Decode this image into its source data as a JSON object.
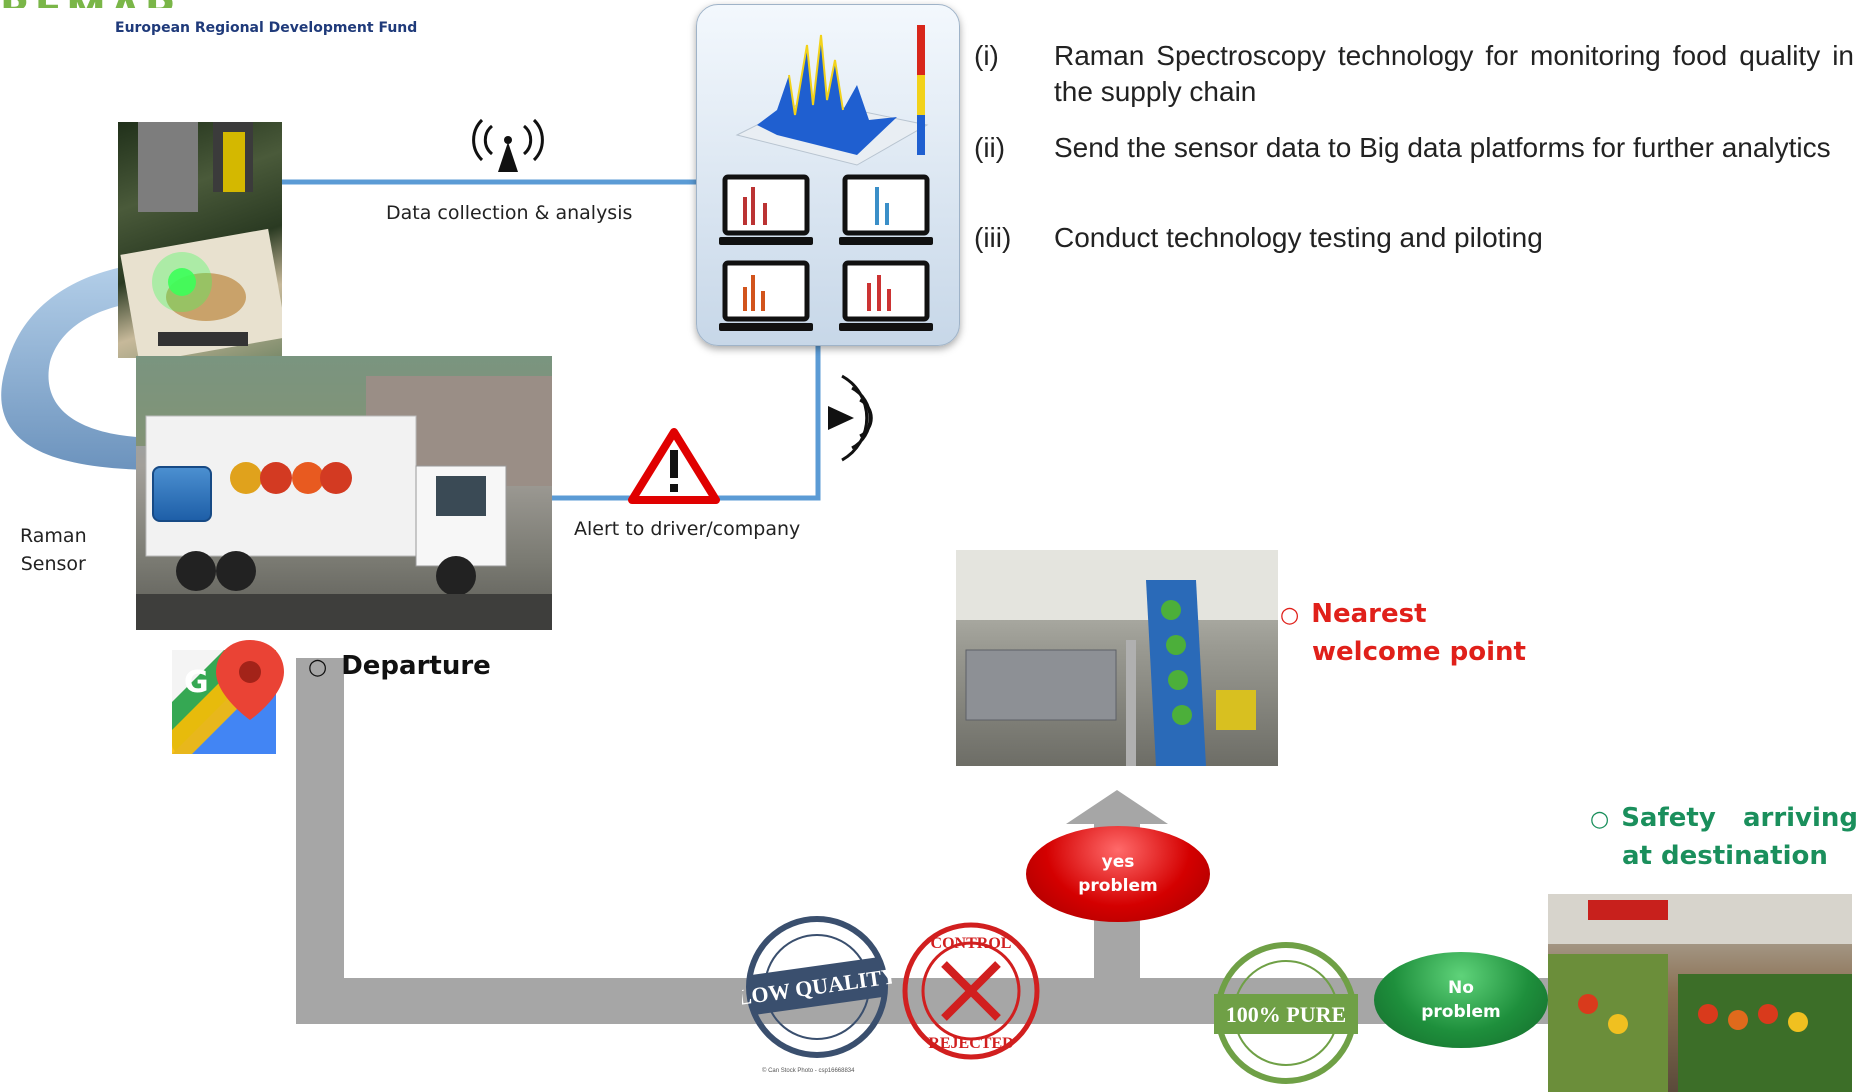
{
  "header": {
    "logo_text": "REMAP",
    "fund_name": "European Regional Development Fund"
  },
  "objectives": [
    {
      "num": "(i)",
      "text": "Raman Spectroscopy technology for monitoring food quality in the supply chain"
    },
    {
      "num": "(ii)",
      "text": "Send the sensor data to Big data platforms for further analytics"
    },
    {
      "num": "(iii)",
      "text": "Conduct technology testing and piloting"
    }
  ],
  "captions": {
    "data_collection": "Data collection & analysis",
    "alert": "Alert to driver/company",
    "raman_sensor_line1": "Raman",
    "raman_sensor_line2": "Sensor"
  },
  "waypoints": {
    "departure": "Departure",
    "nearest_line1": "Nearest",
    "nearest_line2": "welcome point",
    "safety_line1": "Safety   arriving",
    "safety_line2": "at destination"
  },
  "decisions": {
    "yes_line1": "yes",
    "yes_line2": "problem",
    "no_line1": "No",
    "no_line2": "problem"
  },
  "stamps": {
    "low_quality": "LOW QUALITY",
    "rejected_top": "CONTROL",
    "rejected_bottom": "REJECTED",
    "pure": "100% PURE",
    "stock_credit": "© Can Stock Photo - csp16668834"
  },
  "colors": {
    "link_line": "#5b9bd5",
    "road": "#a6a6a6",
    "alert_red": "#e00000",
    "bubble_red": "#d40000",
    "bubble_green": "#1e8f3c",
    "nearest_red": "#e0201a",
    "safety_green": "#1a8f5c"
  }
}
